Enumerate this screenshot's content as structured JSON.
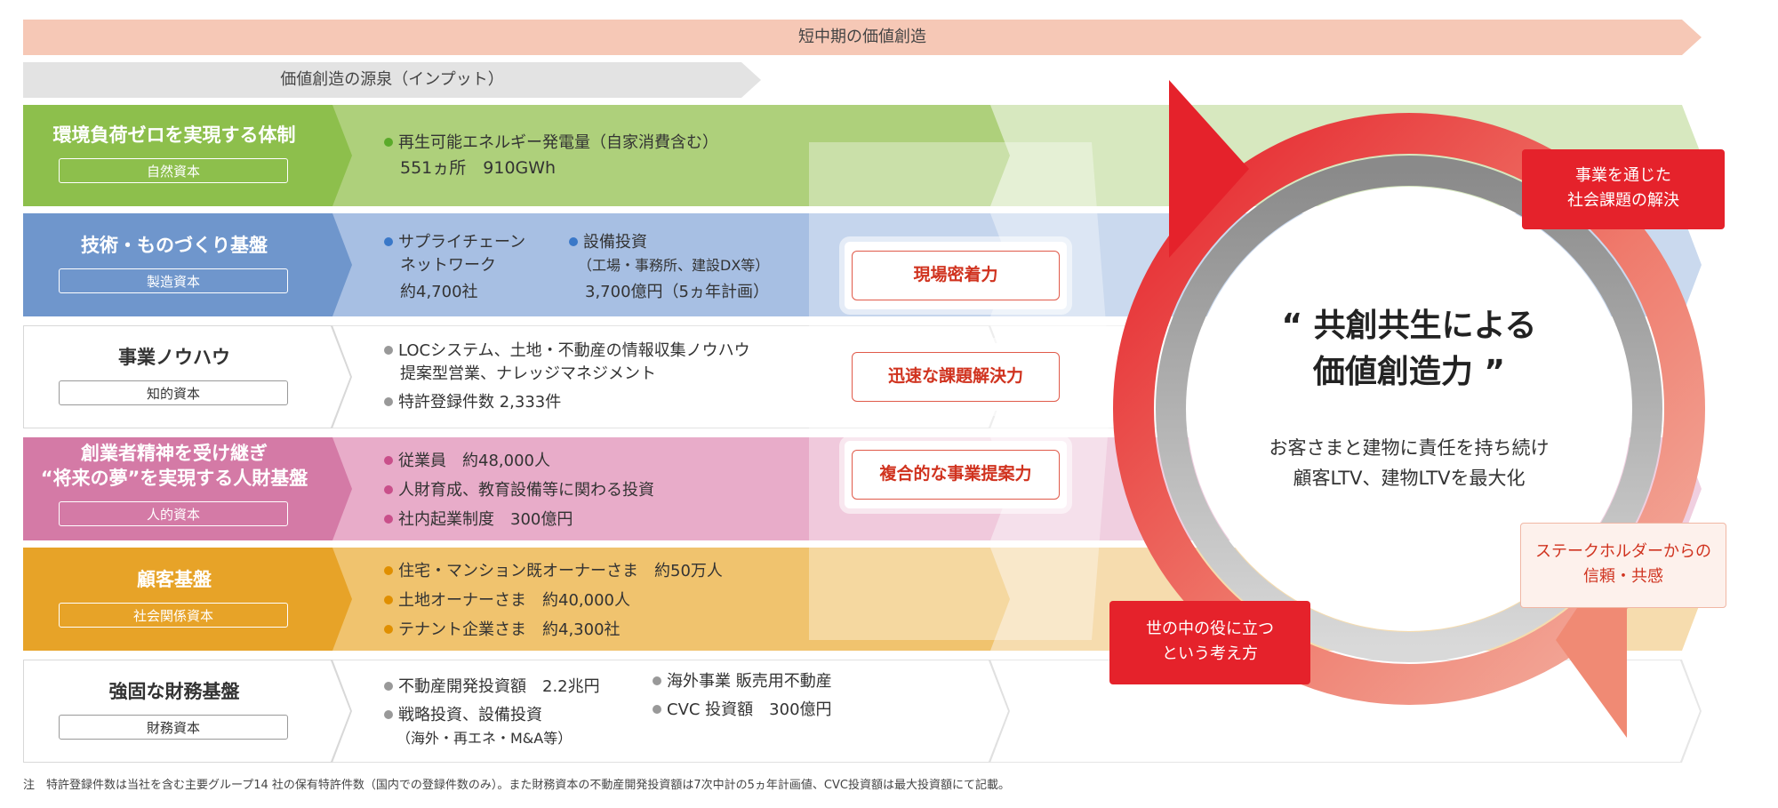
{
  "banners": {
    "short_mid": "短中期の価値創造",
    "source": "価値創造の源泉（インプット）"
  },
  "capitals": [
    {
      "title": "環境負荷ゼロを実現する体制",
      "badge": "自然資本"
    },
    {
      "title": "技術・ものづくり基盤",
      "badge": "製造資本"
    },
    {
      "title": "事業ノウハウ",
      "badge": "知的資本"
    },
    {
      "title_line1": "創業者精神を受け継ぎ",
      "title_line2": "“将来の夢”を実現する人財基盤",
      "badge": "人的資本"
    },
    {
      "title": "顧客基盤",
      "badge": "社会関係資本"
    },
    {
      "title": "強固な財務基盤",
      "badge": "財務資本"
    }
  ],
  "natural": {
    "item1": "再生可能エネルギー発電量（自家消費含む）",
    "value": "551ヵ所　910GWh"
  },
  "manufacturing": {
    "col1_line1": "サプライチェーン",
    "col1_line2": "ネットワーク",
    "col1_value": "約4,700社",
    "col2_line1": "設備投資",
    "col2_line2": "（工場・事務所、建設DX等）",
    "col2_value": "3,700億円（5ヵ年計画）"
  },
  "intellectual": {
    "item1_line1": "LOCシステム、土地・不動産の情報収集ノウハウ",
    "item1_line2": "提案型営業、ナレッジマネジメント",
    "item2": "特許登録件数 2,333件"
  },
  "human": {
    "item1": "従業員　約48,000人",
    "item2": "人財育成、教育設備等に関わる投資",
    "item3": "社内起業制度　300億円"
  },
  "social": {
    "item1": "住宅・マンション既オーナーさま　約50万人",
    "item2": "土地オーナーさま　約40,000人",
    "item3": "テナント企業さま　約4,300社"
  },
  "financial": {
    "item1": "不動産開発投資額　2.2兆円",
    "item2_line1": "戦略投資、設備投資",
    "item2_line2": "（海外・再エネ・M&A等）",
    "item3": "海外事業 販売用不動産",
    "item4": "CVC 投資額　300億円"
  },
  "strengths": [
    "現場密着力",
    "迅速な課題解決力",
    "複合的な事業提案力"
  ],
  "center": {
    "headline_line1": "“ 共創共生による",
    "headline_line2": "価値創造力 ”",
    "sub_line1": "お客さまと建物に責任を持ち続け",
    "sub_line2": "顧客LTV、建物LTVを最大化"
  },
  "tags": {
    "top_line1": "事業を通じた",
    "top_line2": "社会課題の解決",
    "right_line1": "ステークホルダーからの",
    "right_line2": "信頼・共感",
    "bottom_line1": "世の中の役に立つ",
    "bottom_line2": "という考え方"
  },
  "footnote": "注　特許登録件数は当社を含む主要グループ14 社の保有特許件数（国内での登録件数のみ）。また財務資本の不動産開発投資額は7次中計の5ヵ年計画値、CVC投資額は最大投資額にて記載。",
  "colors": {
    "natural": "#8dbf4c",
    "manufacturing": "#6f96cc",
    "intellectual": "#ffffff",
    "human": "#d47aa6",
    "social": "#e7a328",
    "financial": "#ffffff",
    "accent_red": "#e5222b",
    "banner_peach": "#f6c8b6",
    "banner_gray": "#e3e3e3"
  }
}
